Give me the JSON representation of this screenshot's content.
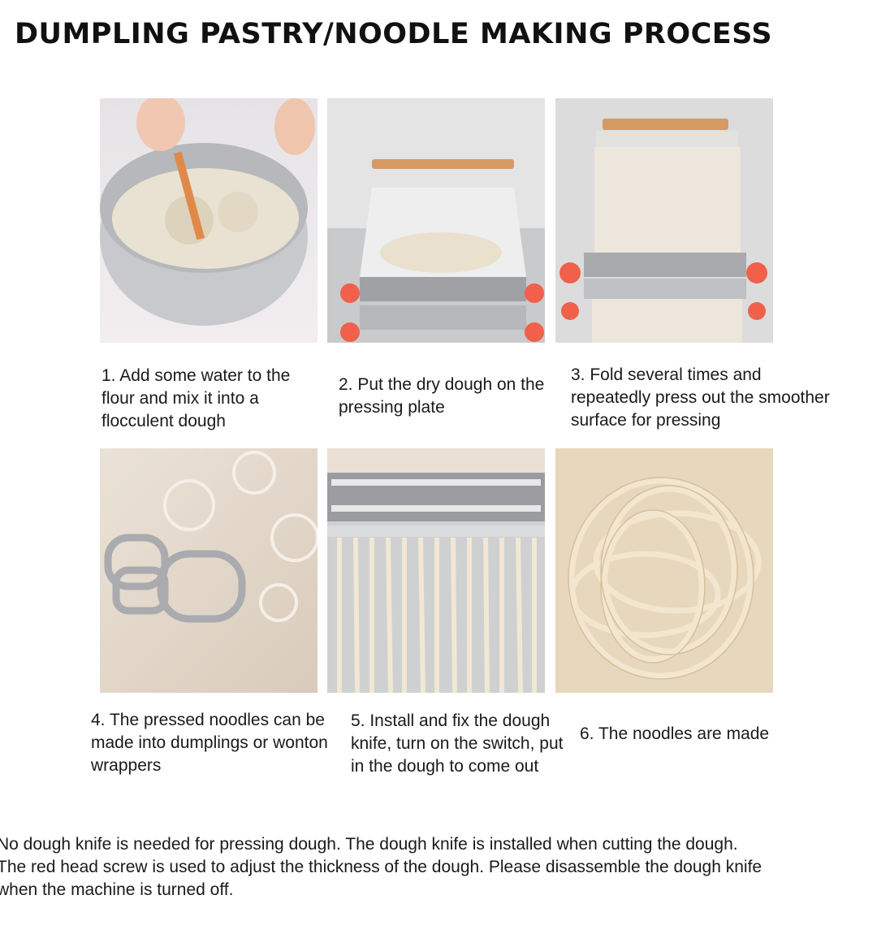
{
  "title": "DUMPLING PASTRY/NOODLE MAKING PROCESS",
  "steps": [
    {
      "caption": "1. Add some water to the flour and mix it into a flocculent dough",
      "image": "flour-mixing-bowl"
    },
    {
      "caption": "2. Put the dry dough on the pressing plate",
      "image": "dough-on-pressing-plate"
    },
    {
      "caption": "3. Fold several times and repeatedly press out the smoother surface for pressing",
      "image": "pressed-dough-sheet"
    },
    {
      "caption": "4. The pressed noodles can be made into dumplings or wonton wrappers",
      "image": "dumpling-cutters"
    },
    {
      "caption": "5. Install and fix the dough knife, turn on the switch, put in the dough to come out",
      "image": "noodle-cutter"
    },
    {
      "caption": "6. The noodles are made",
      "image": "finished-noodles"
    }
  ],
  "note": [
    "No dough knife is needed for pressing dough. The dough knife is installed when cutting the dough.",
    "The red head screw is used to adjust the thickness of the dough. Please disassemble the dough knife",
    "when the machine is turned off."
  ]
}
